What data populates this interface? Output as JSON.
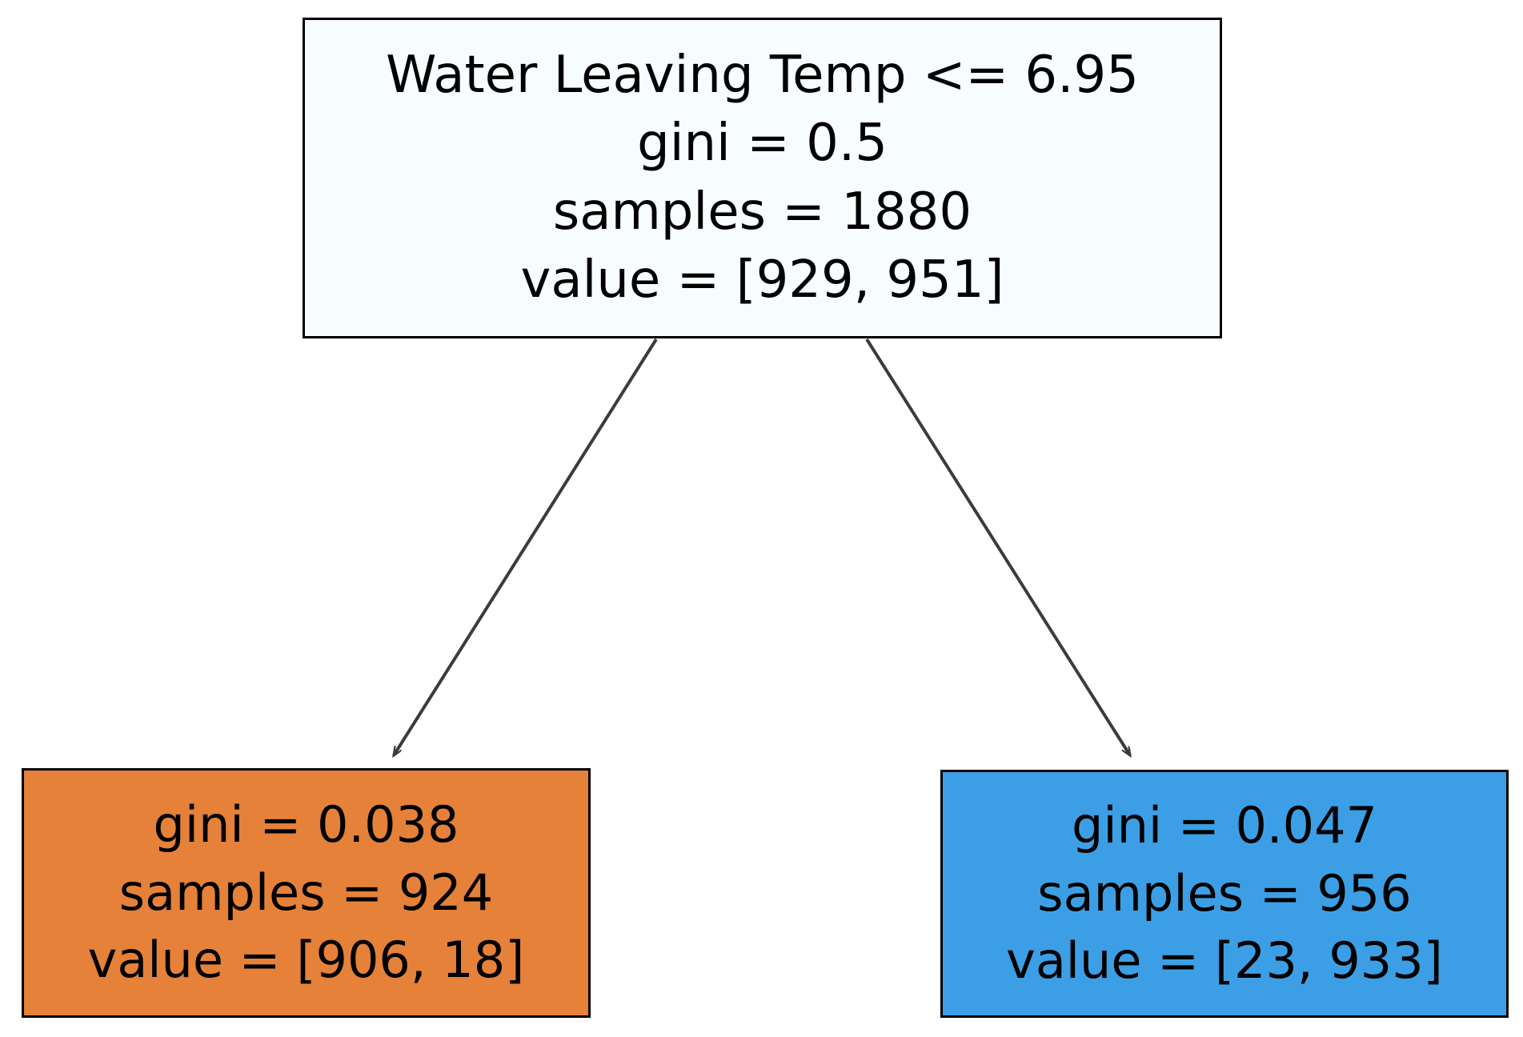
{
  "chart_data": {
    "type": "diagram",
    "diagram_kind": "decision-tree",
    "title": "",
    "criterion": "gini",
    "classes": 2,
    "background_color": "#ffffff",
    "edge_color": "#3b3b3b",
    "border_color": "#000000",
    "nodes": [
      {
        "id": "root",
        "role": "root",
        "fill": "#f7fcfe",
        "lines": [
          "Water Leaving Temp <= 6.95",
          "gini = 0.5",
          "samples = 1880",
          "value = [929, 951]"
        ],
        "feature": "Water Leaving Temp",
        "threshold": 6.95,
        "gini": 0.5,
        "samples": 1880,
        "value": [
          929,
          951
        ]
      },
      {
        "id": "leaf-left",
        "role": "leaf",
        "fill": "#e58139",
        "lines": [
          "gini = 0.038",
          "samples = 924",
          "value = [906, 18]"
        ],
        "gini": 0.038,
        "samples": 924,
        "value": [
          906,
          18
        ]
      },
      {
        "id": "leaf-right",
        "role": "leaf",
        "fill": "#3c9fe5",
        "lines": [
          "gini = 0.047",
          "samples = 956",
          "value = [23, 933]"
        ],
        "gini": 0.047,
        "samples": 956,
        "value": [
          23,
          933
        ]
      }
    ],
    "edges": [
      {
        "from": "root",
        "to": "leaf-left",
        "label": "",
        "branch": "true"
      },
      {
        "from": "root",
        "to": "leaf-right",
        "label": "",
        "branch": "false"
      }
    ]
  },
  "nodes": {
    "root": {
      "line0": "Water Leaving Temp <= 6.95",
      "line1": "gini = 0.5",
      "line2": "samples = 1880",
      "line3": "value = [929, 951]"
    },
    "leaf_left": {
      "line0": "gini = 0.038",
      "line1": "samples = 924",
      "line2": "value = [906, 18]"
    },
    "leaf_right": {
      "line0": "gini = 0.047",
      "line1": "samples = 956",
      "line2": "value = [23, 933]"
    }
  },
  "colors": {
    "root_fill": "#f7fcfe",
    "leaf_left_fill": "#e58139",
    "leaf_right_fill": "#3c9fe5",
    "border": "#000000",
    "edge": "#3b3b3b",
    "background": "#ffffff"
  }
}
